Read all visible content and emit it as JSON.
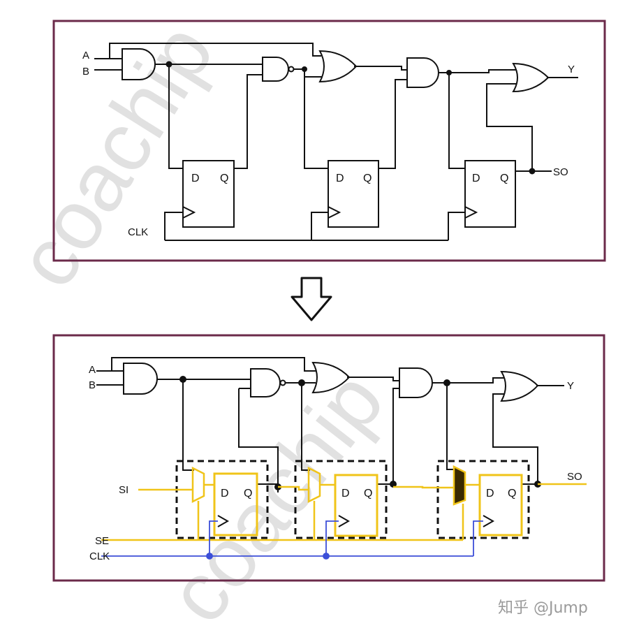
{
  "top_diagram": {
    "inputs": {
      "a": "A",
      "b": "B"
    },
    "clock": "CLK",
    "outputs": {
      "y": "Y",
      "so": "SO"
    },
    "flipflops": [
      {
        "d": "D",
        "q": "Q"
      },
      {
        "d": "D",
        "q": "Q"
      },
      {
        "d": "D",
        "q": "Q"
      }
    ]
  },
  "bottom_diagram": {
    "inputs": {
      "a": "A",
      "b": "B"
    },
    "scan_in": "SI",
    "scan_enable": "SE",
    "clock": "CLK",
    "outputs": {
      "y": "Y",
      "so": "SO"
    },
    "flipflops": [
      {
        "d": "D",
        "q": "Q"
      },
      {
        "d": "D",
        "q": "Q"
      },
      {
        "d": "D",
        "q": "Q"
      }
    ]
  },
  "watermark": "coachip",
  "credit": "知乎 @Jump",
  "colors": {
    "frame": "#6b2a4a",
    "wire": "#111111",
    "scan_path": "#f0c419",
    "clock_wire": "#3c4fd8",
    "scan_box": "#111111"
  }
}
